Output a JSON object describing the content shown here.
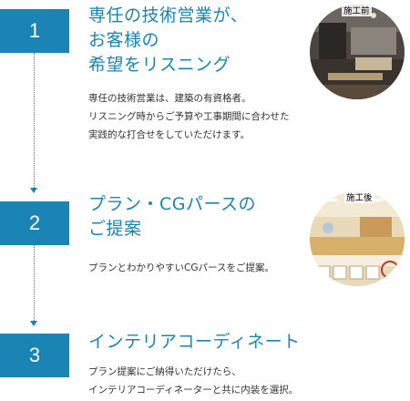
{
  "steps": [
    {
      "number": "1",
      "heading_lines": [
        "専任の技術営業が、",
        "お客様の",
        "希望をリスニング"
      ],
      "desc_lines": [
        "専任の技術営業は、建築の有資格者。",
        "リスニング時からご予算や工事期間に合わせた",
        "実践的な打合せをしていただけます。"
      ],
      "photo_label": "施工前"
    },
    {
      "number": "2",
      "heading_lines": [
        "プラン・CGパースの",
        "ご提案"
      ],
      "desc_lines": [
        "プランとわかりやすいCGパースをご提案。"
      ],
      "photo_label": "施工後"
    },
    {
      "number": "3",
      "heading_lines": [
        "インテリアコーディネート"
      ],
      "desc_lines": [
        "プラン提案にご納得いただけたら、",
        "インテリアコーディネーターと共に内装を選択。"
      ]
    }
  ],
  "colors": {
    "accent": "#1a85b4",
    "text": "#333333"
  }
}
